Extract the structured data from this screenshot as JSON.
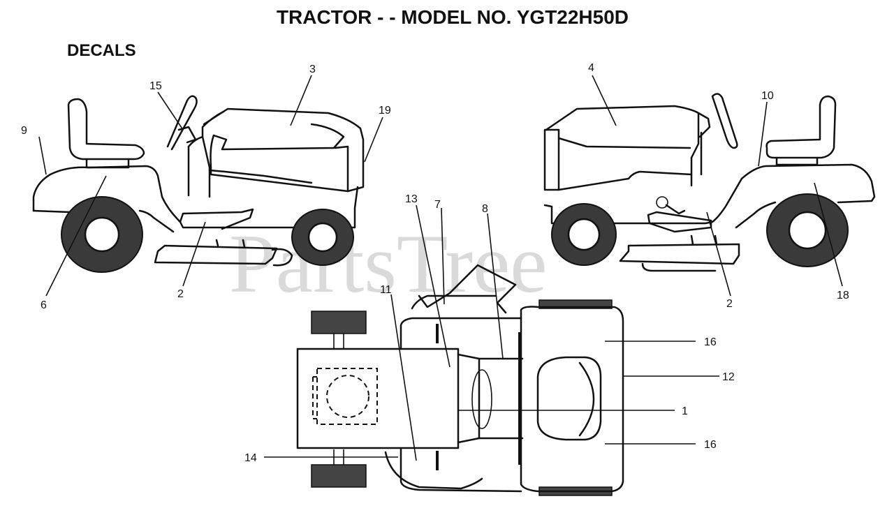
{
  "title": "TRACTOR - - MODEL NO. YGT22H50D",
  "subtitle": "DECALS",
  "watermark": "PartsTree",
  "callouts": {
    "c1": "1",
    "c2_left": "2",
    "c2_right": "2",
    "c3": "3",
    "c4": "4",
    "c6": "6",
    "c7": "7",
    "c8": "8",
    "c9": "9",
    "c10": "10",
    "c11": "11",
    "c12": "12",
    "c13": "13",
    "c14": "14",
    "c15": "15",
    "c16_top": "16",
    "c16_bottom": "16",
    "c18": "18",
    "c19": "19"
  },
  "colors": {
    "ink": "#111111",
    "watermark": "#bdbdbd",
    "tire": "#3a3a3a"
  }
}
